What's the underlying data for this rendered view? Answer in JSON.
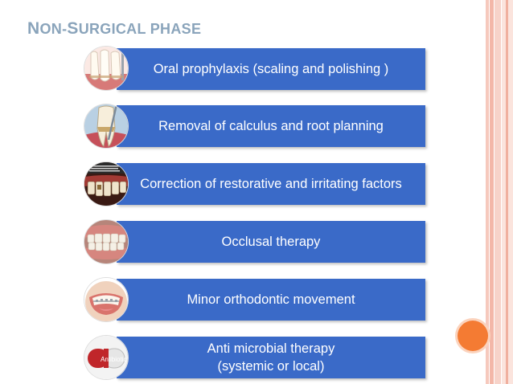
{
  "title": {
    "first_cap": "N",
    "first_rest": "ON-",
    "second_cap": "S",
    "second_rest": "URGICAL PHASE"
  },
  "items": [
    {
      "label": "Oral prophylaxis (scaling and polishing )",
      "icon": "scaling-teeth-icon"
    },
    {
      "label": "Removal of calculus and root planning",
      "icon": "root-planing-icon"
    },
    {
      "label": "Correction of restorative and irritating factors",
      "icon": "restoration-teeth-icon"
    },
    {
      "label": "Occlusal therapy",
      "icon": "occlusion-teeth-icon"
    },
    {
      "label": "Minor orthodontic movement",
      "icon": "braces-smile-icon"
    },
    {
      "label": "Anti microbial therapy",
      "label2": "(systemic or local)",
      "icon": "antibiotic-capsule-icon"
    }
  ],
  "capsule_text": "Antibiotic",
  "colors": {
    "bar": "#3a6ac8",
    "title": "#8aa4bb",
    "accent": "#f47b33"
  }
}
